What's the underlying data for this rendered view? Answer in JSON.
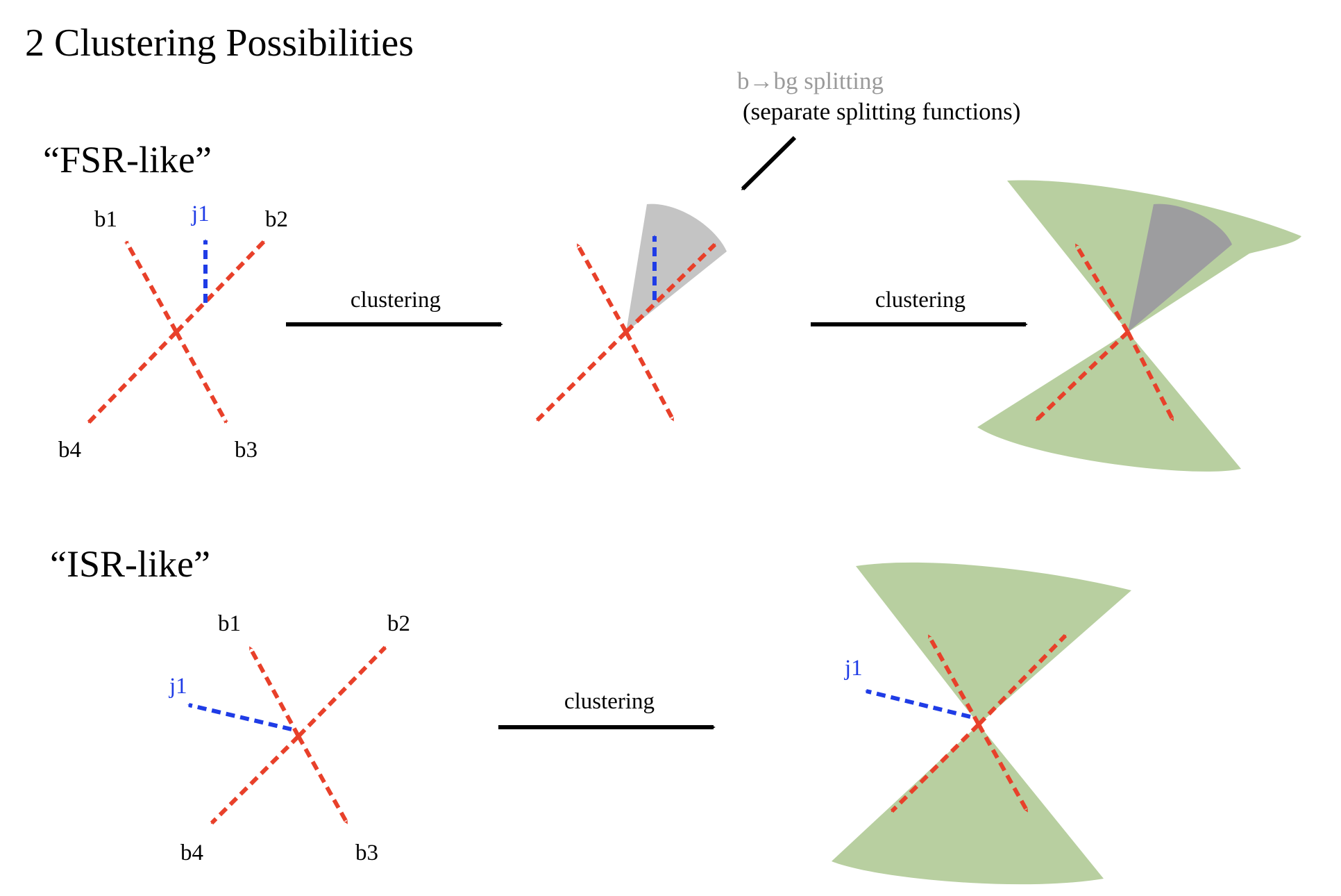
{
  "title": "2 Clustering Possibilities",
  "fsr": {
    "heading": "“FSR-like”",
    "labels": {
      "b1": "b1",
      "j1": "j1",
      "b2": "b2",
      "b3": "b3",
      "b4": "b4"
    },
    "step1": "clustering",
    "step2": "clustering",
    "annotation_title": "b→bg splitting",
    "annotation_sub": "(separate splitting functions)"
  },
  "isr": {
    "heading": "“ISR-like”",
    "labels": {
      "b1": "b1",
      "b2": "b2",
      "j1": "j1",
      "j1_after": "j1",
      "b3": "b3",
      "b4": "b4"
    },
    "step1": "clustering"
  },
  "colors": {
    "b_quark": "#e8402a",
    "jet": "#1f3ce6",
    "gluon_cone": "#c4c4c4",
    "gluon_cone_dark": "#9d9d9f",
    "merged_jet": "#b8cfa0"
  }
}
